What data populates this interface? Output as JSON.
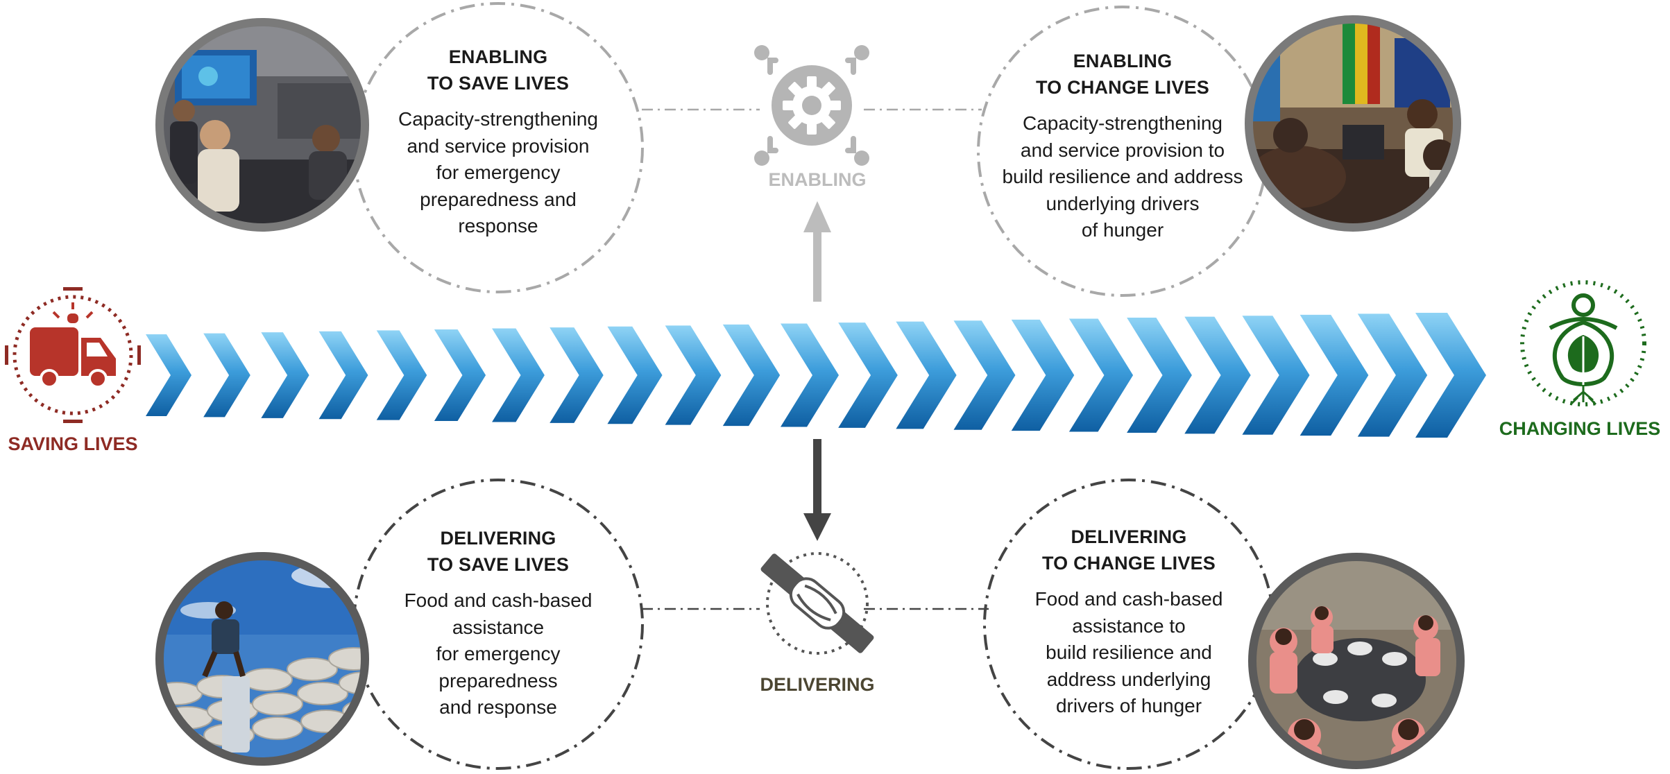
{
  "colors": {
    "saving": "#8e2b24",
    "changing": "#1d6b1d",
    "enabling": "#bcbcbc",
    "delivering": "#4c4632",
    "chevron_light": "#7cc8ef",
    "chevron_dark": "#1268ab"
  },
  "left_end": {
    "icon": "ambulance-truck-icon",
    "label": "SAVING LIVES"
  },
  "right_end": {
    "icon": "person-in-leaf-icon",
    "label": "CHANGING LIVES"
  },
  "enabling": {
    "icon": "gear-network-icon",
    "label": "ENABLING",
    "save": {
      "heading_1": "ENABLING",
      "heading_2": "TO SAVE LIVES",
      "body": [
        "Capacity-strengthening",
        "and service provision",
        "for emergency",
        "preparedness and",
        "response"
      ],
      "photo": "emergency-operations-room-photo"
    },
    "change": {
      "heading_1": "ENABLING",
      "heading_2": "TO CHANGE LIVES",
      "body": [
        "Capacity-strengthening",
        "and service provision to",
        "build resilience and address",
        "underlying drivers",
        "of hunger"
      ],
      "photo": "government-meeting-photo"
    }
  },
  "delivering": {
    "icon": "helping-hands-icon",
    "label": "DELIVERING",
    "save": {
      "heading_1": "DELIVERING",
      "heading_2": "TO SAVE LIVES",
      "body": [
        "Food and cash-based",
        "assistance",
        "for emergency",
        "preparedness",
        "and response"
      ],
      "photo": "food-sacks-photo"
    },
    "change": {
      "heading_1": "DELIVERING",
      "heading_2": "TO CHANGE LIVES",
      "body": [
        "Food and cash-based",
        "assistance to",
        "build resilience and",
        "address underlying",
        "drivers of hunger"
      ],
      "photo": "school-meals-photo"
    }
  }
}
